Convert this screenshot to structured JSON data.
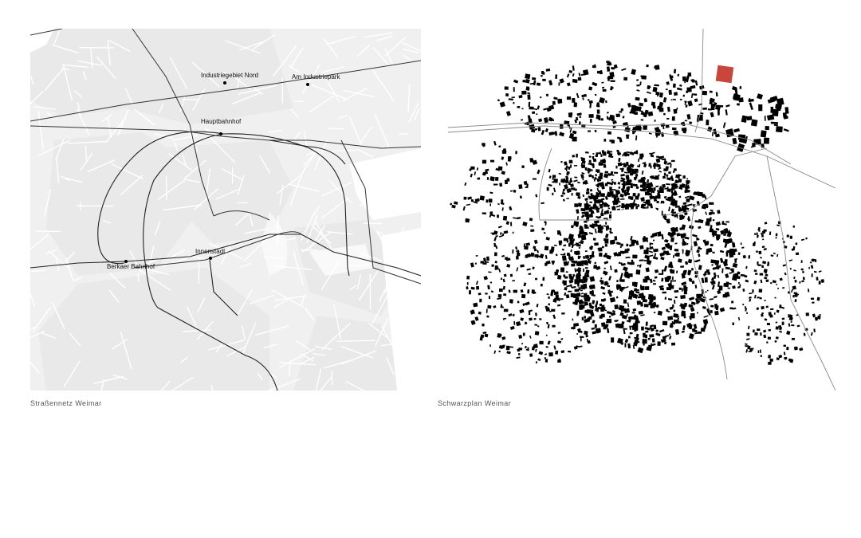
{
  "street_map": {
    "caption": "Straßennetz Weimar",
    "places": [
      {
        "label": "Industriegebiet Nord"
      },
      {
        "label": "Am Industriepark"
      },
      {
        "label": "Hauptbahnhof"
      },
      {
        "label": "Innenstadt"
      },
      {
        "label": "Berkaer Bahnhof"
      }
    ]
  },
  "figure_ground_map": {
    "caption": "Schwarzplan Weimar",
    "highlight_color": "#c8463c"
  }
}
